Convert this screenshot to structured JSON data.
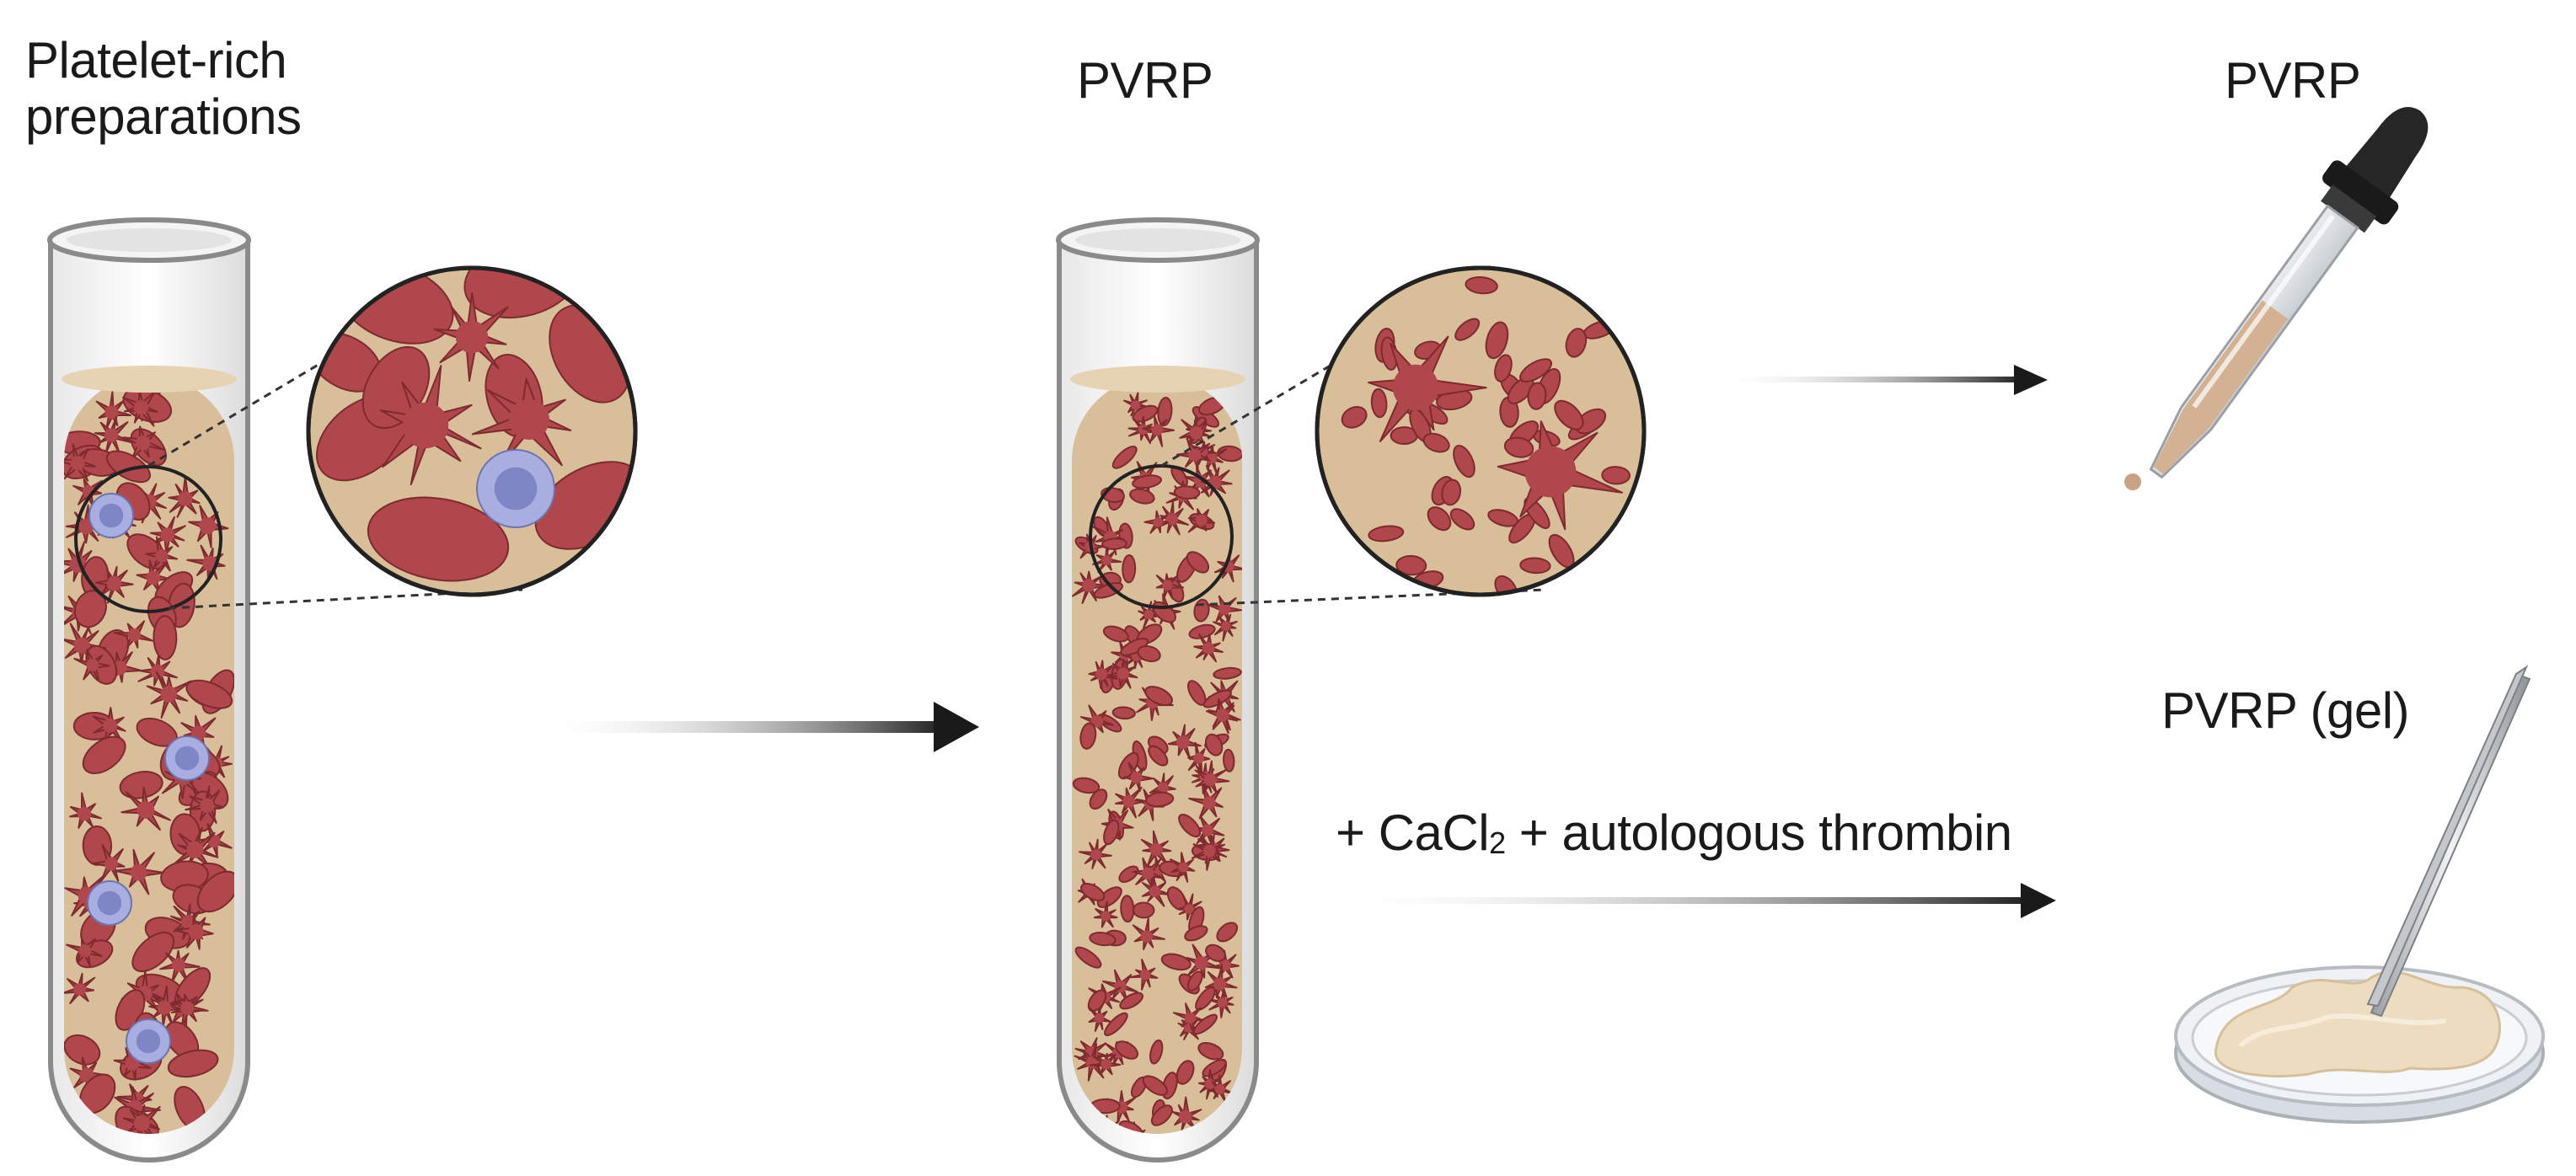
{
  "labels": {
    "prp_line1": "Platelet-rich",
    "prp_line2": "preparations",
    "pvrp_center": "PVRP",
    "pvrp_right": "PVRP",
    "pvrp_gel": "PVRP (gel)",
    "reagent_prefix": "+ CaCl",
    "reagent_sub": "2",
    "reagent_suffix": " + autologous thrombin"
  },
  "colors": {
    "plasma": "#d8bf9a",
    "plasma_light": "#e6d3b3",
    "rbc": "#b0474c",
    "rbc_dark": "#7e2a2f",
    "wbc": "#a9aee0",
    "wbc_nucleus": "#7f86c6",
    "tube_outline": "#8a8a8a",
    "arrow": "#1a1a1a"
  }
}
